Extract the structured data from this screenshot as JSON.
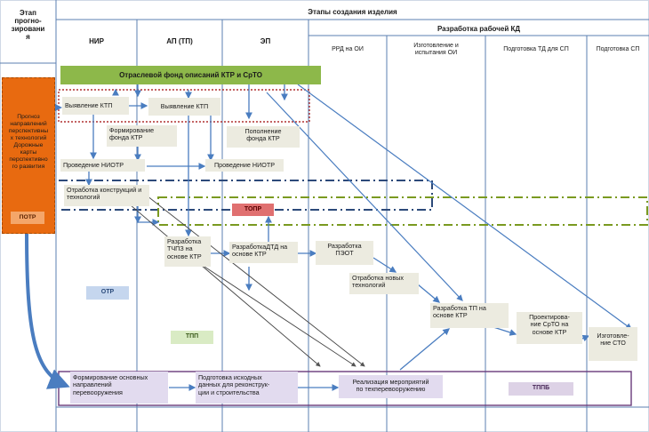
{
  "header": {
    "stage_forecast": "Этап\nпрогно-\nзировани\nя",
    "stages_title": "Этапы создания изделия",
    "col_nir": "НИР",
    "col_ap": "АП (ТП)",
    "col_ep": "ЭП",
    "work_doc_title": "Разработка рабочей КД",
    "sub_rrd": "РРД  на ОИ",
    "sub_manufacture": "Изготовление и\nиспытания ОИ",
    "sub_td": "Подготовка ТД для СП",
    "sub_sp": "Подготовка СП"
  },
  "left": {
    "forecast_text": "Прогноз\nнаправлений\nперспективны\nх технологий\nДорожные\nкарты\nперспективно\nго развития",
    "potr": "ПОТР"
  },
  "fund_bar": "Отраслевой фонд описаний КТР и СрТО",
  "boxes": {
    "ktp1": "Выявление КТП",
    "ktp2": "Выявление КТП",
    "fund_form": "Формирование\nфонда КТР",
    "fund_add": "Пополнение\nфонда КТР",
    "niotr1": "Проведение НИОТР",
    "niotr2": "Проведение НИОТР",
    "design_tech": "Отработка конструкций и\nтехнологий",
    "tchpz": "Разработка\nТЧПЗ на\nоснове КТР",
    "dtd": "РазработкаДТД на\nоснове КТР",
    "peot": "Разработка\nПЭОТ",
    "new_tech": "Отработка новых\nтехнологий",
    "tp": "Разработка ТП на\nоснове КТР",
    "srto_design": "Проектирова-\nние СрТО на\nоснове КТР",
    "sto_make": "Изготовле-\nние СТО",
    "rearm_dirs": "Формирование основных\nнаправлений\nперевооружения",
    "initial_data": "Подготовка исходных\nданных для реконструк-\nции и строительства",
    "measures": "Реализация мероприятий\nпо техперевооружению"
  },
  "labels": {
    "topr": "ТОПР",
    "otr": "ОТР",
    "tpp": "ТПП",
    "tppb": "ТППБ"
  },
  "colors": {
    "orange": "#e86a10",
    "green": "#8db84a",
    "arrow_blue": "#4a7dc0",
    "red_dotted": "#b03030",
    "navy_dash": "#2d4a7a",
    "olive_dash": "#7a9a20",
    "purple": "#6a3a7a",
    "topr_fill": "#e07070",
    "otr_fill": "#c5d6ee",
    "tpp_fill": "#d9ebc4",
    "tppb_fill": "#ddd2e6",
    "purple_box": "#e2dbef"
  }
}
